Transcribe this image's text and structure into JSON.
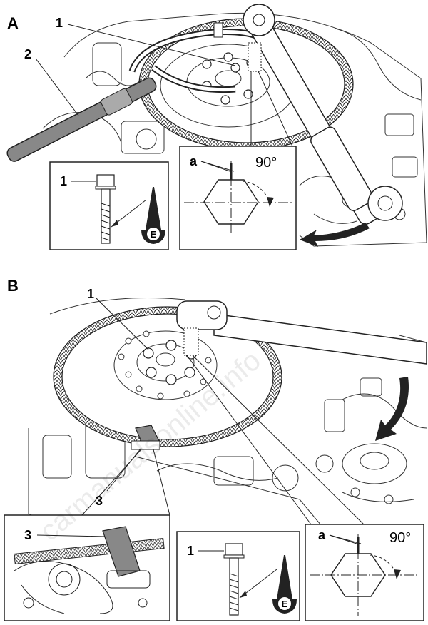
{
  "panel_a": {
    "letter": "A",
    "callout_1": "1",
    "callout_2": "2",
    "inset_bolt_label": "1",
    "oil_symbol": "E",
    "mark_label": "a",
    "angle_label": "90°"
  },
  "panel_b": {
    "letter": "B",
    "callout_1": "1",
    "callout_3": "3",
    "inset_stopper_label": "3",
    "inset_bolt_label": "1",
    "oil_symbol": "E",
    "mark_label": "a",
    "angle_label": "90°"
  },
  "watermark": "carmanualsonline.info"
}
